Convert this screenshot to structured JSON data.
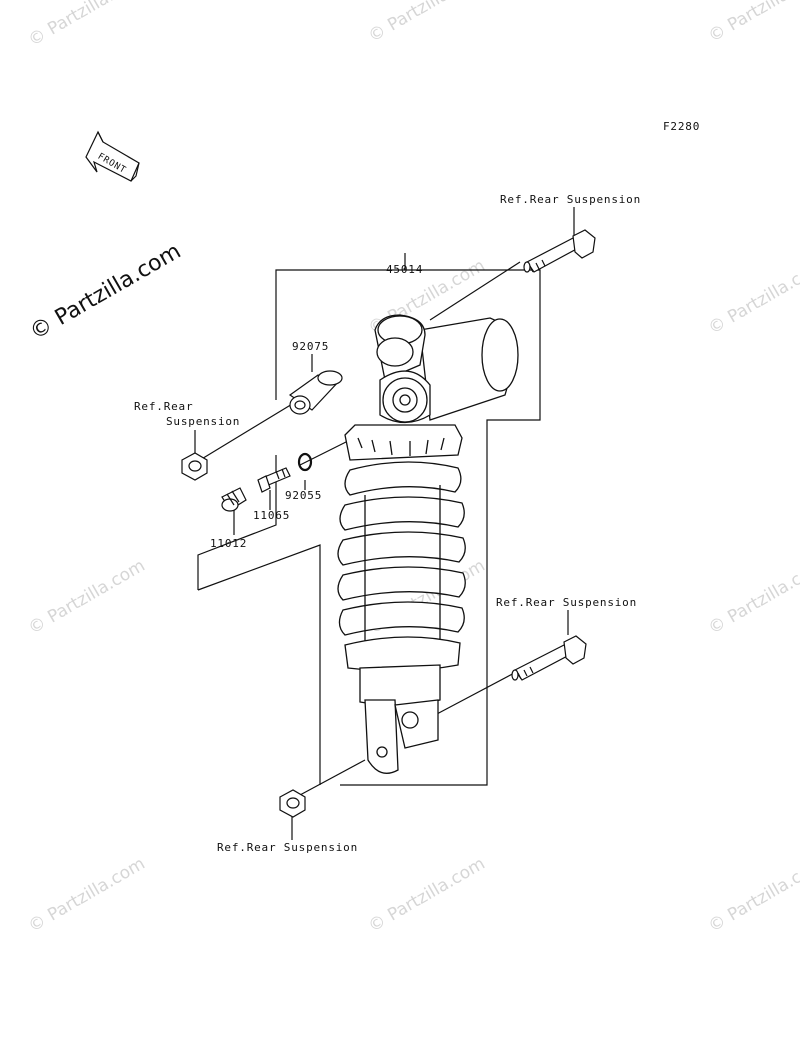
{
  "diagram_code": "F2280",
  "front_badge": "FRONT",
  "watermark_main": "© Partzilla.com",
  "watermark_tile": "© Partzilla.com",
  "parts": {
    "shock_absorber": "45014",
    "bushing": "92075",
    "oring": "92055",
    "fitting": "11065",
    "cap": "11012"
  },
  "references": {
    "top_bolt": "Ref.Rear Suspension",
    "upper_nut_line1": "Ref.Rear",
    "upper_nut_line2": "Suspension",
    "lower_bolt": "Ref.Rear Suspension",
    "lower_nut": "Ref.Rear Suspension"
  }
}
